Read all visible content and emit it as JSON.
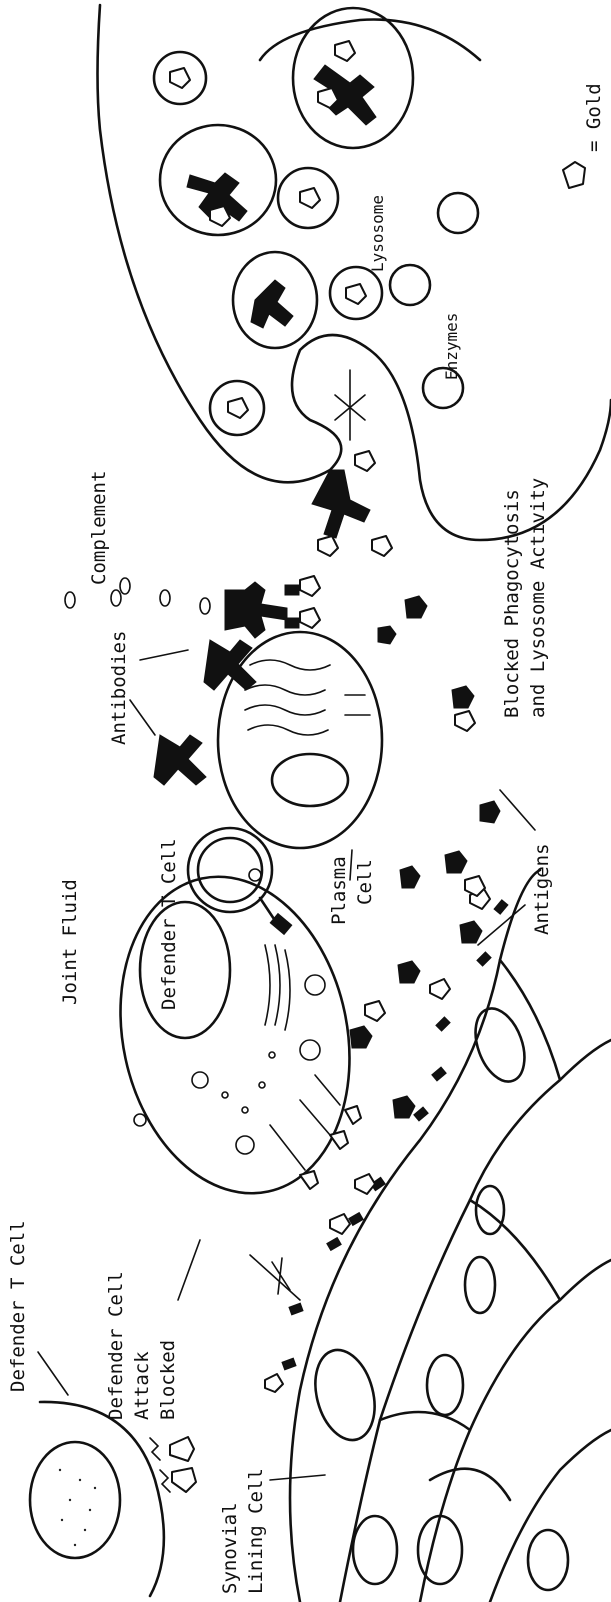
{
  "labels": {
    "defender_t_cell_left": "Defender T Cell",
    "defender_cell_attack_blocked_1": "Defender Cell",
    "defender_cell_attack_blocked_2": "Attack",
    "defender_cell_attack_blocked_3": "Blocked",
    "synovial_lining_cell_1": "Synovial",
    "synovial_lining_cell_2": "Lining Cell",
    "joint_fluid": "Joint Fluid",
    "defender_t_cell_mid": "Defender T Cell",
    "plasma_cell_1": "Plasma",
    "plasma_cell_2": "Cell",
    "antigens": "Antigens",
    "antibodies": "Antibodies",
    "complement": "Complement",
    "blocked_phago_1": "Blocked Phagocytosis",
    "blocked_phago_2": "and Lysosome Activity",
    "lysosome": "Lysosome",
    "enzymes": "Enzymes",
    "gold_legend": "= Gold"
  },
  "colors": {
    "ink": "#111111",
    "background": "#ffffff"
  },
  "icons": [
    "gold-particle-icon",
    "antigen-icon",
    "antibody-icon",
    "complement-icon"
  ]
}
